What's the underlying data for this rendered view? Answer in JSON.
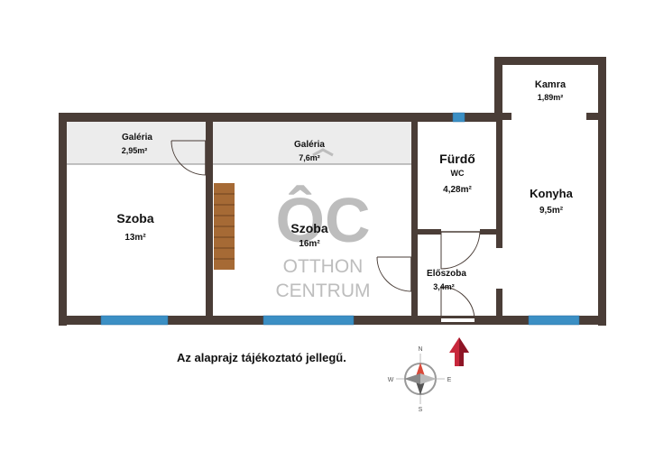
{
  "rooms": {
    "galeria_left": {
      "name": "Galéria",
      "area": "2,95m²"
    },
    "galeria_mid": {
      "name": "Galéria",
      "area": "7,6m²"
    },
    "szoba_left": {
      "name": "Szoba",
      "area": "13m²"
    },
    "szoba_mid": {
      "name": "Szoba",
      "area": "16m²"
    },
    "furdo": {
      "name": "Fürdő",
      "sub": "WC",
      "area": "4,28m²"
    },
    "kamra": {
      "name": "Kamra",
      "area": "1,89m²"
    },
    "konyha": {
      "name": "Konyha",
      "area": "9,5m²"
    },
    "eloszoba": {
      "name": "Előszoba",
      "area": "3,4m²"
    }
  },
  "watermark": {
    "line1": "OTTHON",
    "line2": "CENTRUM"
  },
  "note": "Az alaprajz tájékoztató jellegű.",
  "compass": {
    "n": "N",
    "s": "S",
    "e": "E",
    "w": "W"
  },
  "colors": {
    "wall": "#4a3d37",
    "window": "#3b8fc4",
    "gallery_fill": "#ececec",
    "stairs": "#a66a35",
    "entrance_arrow": "#c8283c"
  }
}
